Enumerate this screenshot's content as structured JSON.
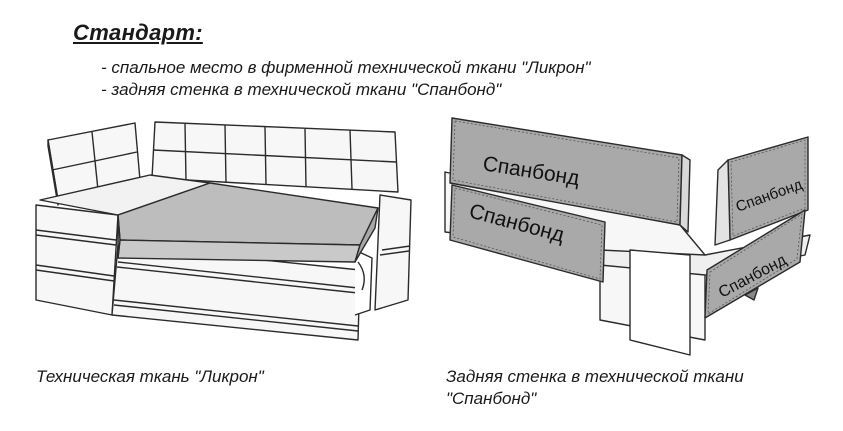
{
  "header": {
    "title": "Стандарт:",
    "features": [
      "- спальное место в фирменной технической ткани \"Ликрон\"",
      "- задняя стенка в технической ткани \"Спанбонд\""
    ]
  },
  "left_illustration": {
    "caption": "Техническая ткань \"Ликрон\""
  },
  "right_illustration": {
    "labels": [
      "Спанбонд",
      "Спанбонд",
      "Спанбонд",
      "Спанбонд"
    ],
    "caption_line1": "Задняя стенка в технической ткани",
    "caption_line2": "\"Спанбонд\""
  },
  "colors": {
    "outline": "#2b2b2b",
    "fabric_gray": "#bdbdbd",
    "spunbond_gray": "#a9a9a9",
    "sofa_fill": "#f7f7f7"
  }
}
